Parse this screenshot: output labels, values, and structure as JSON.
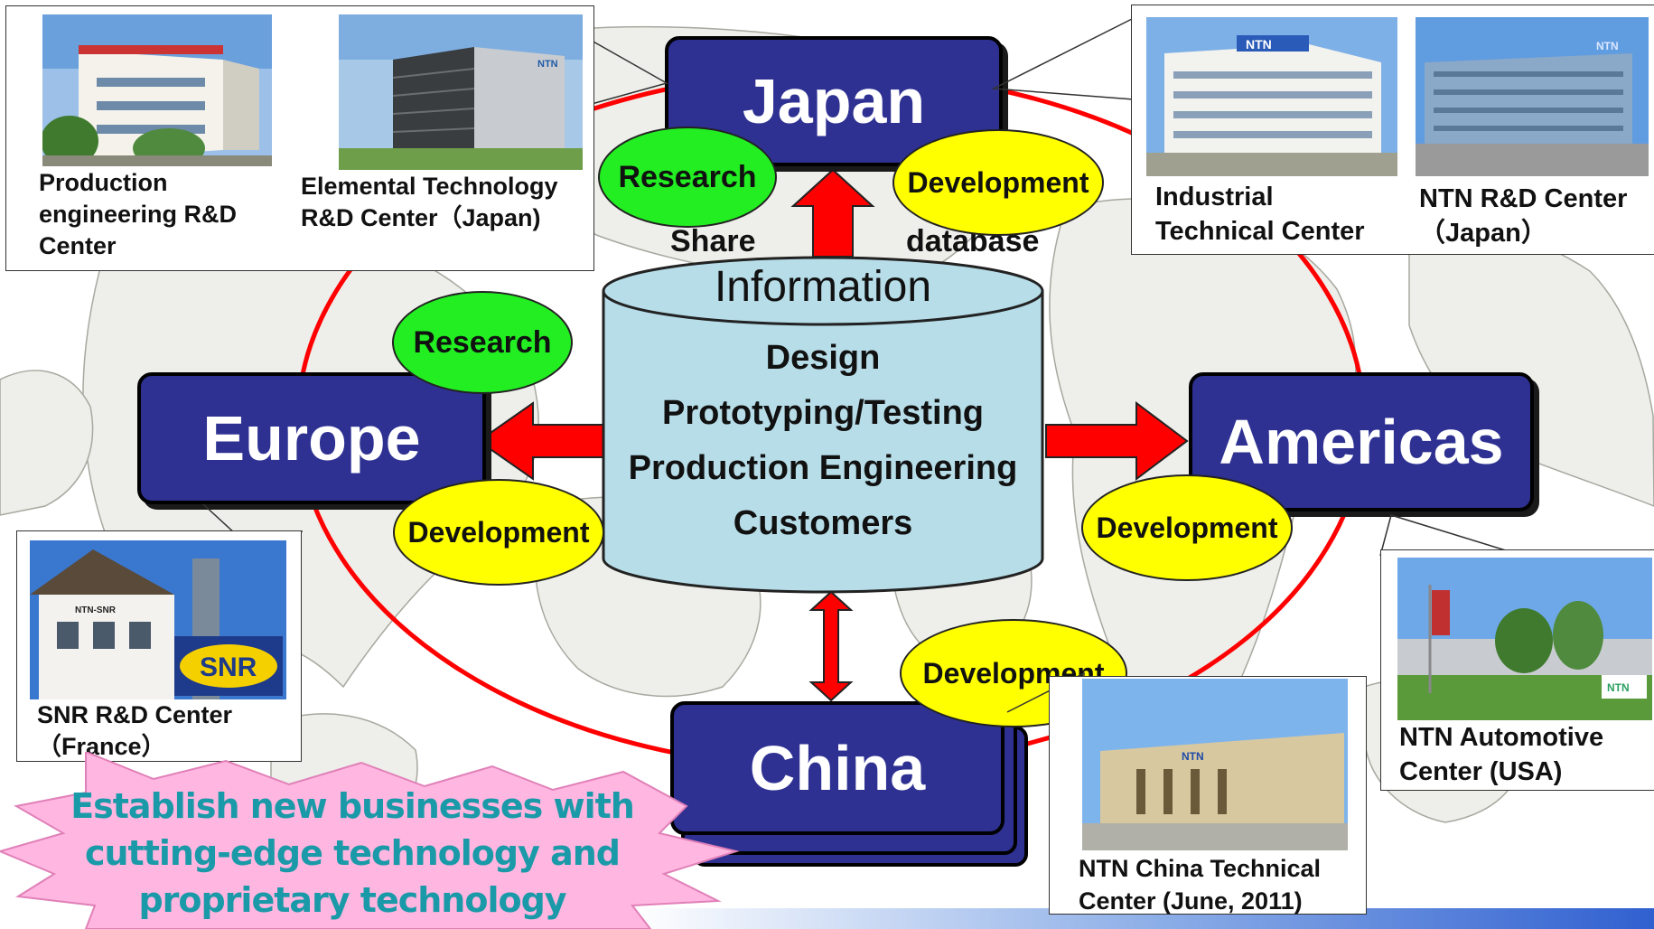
{
  "regions": {
    "japan": "Japan",
    "europe": "Europe",
    "americas": "Americas",
    "china": "China"
  },
  "ovals": {
    "japan_research": "Research",
    "japan_development": "Development",
    "europe_research": "Research",
    "europe_development": "Development",
    "americas_development": "Development",
    "china_development": "Development"
  },
  "share_label": "Share",
  "database_label": "database",
  "database": {
    "title": "Information",
    "items": [
      "Design",
      "Prototyping/Testing",
      "Production Engineering",
      "Customers"
    ]
  },
  "callouts": {
    "production_rd": [
      "Production",
      "engineering R&D",
      "Center"
    ],
    "elemental_rd": [
      "Elemental Technology",
      "R&D Center（Japan)"
    ],
    "industrial": [
      "Industrial",
      "Technical Center"
    ],
    "ntn_rd": [
      "NTN R&D Center",
      "（Japan）"
    ],
    "snr": [
      "SNR R&D Center",
      "（France）"
    ],
    "automotive": [
      "NTN Automotive",
      "Center (USA)"
    ],
    "china_tc": [
      "NTN China Technical",
      "Center (June, 2011)"
    ]
  },
  "slogan": [
    "Establish new businesses with",
    "cutting-edge technology and",
    "proprietary technology"
  ],
  "signs": {
    "ntn": "NTN",
    "ntn_snr": "NTN-SNR",
    "snr": "SNR"
  },
  "colors": {
    "region_box": "#2e3192",
    "research_oval": "#22ee22",
    "development_oval": "#ffff00",
    "arrow": "#ff0000",
    "database": "#b7dde8",
    "slogan_text": "#1a9aa8",
    "slogan_burst": "#ffb6e0"
  }
}
